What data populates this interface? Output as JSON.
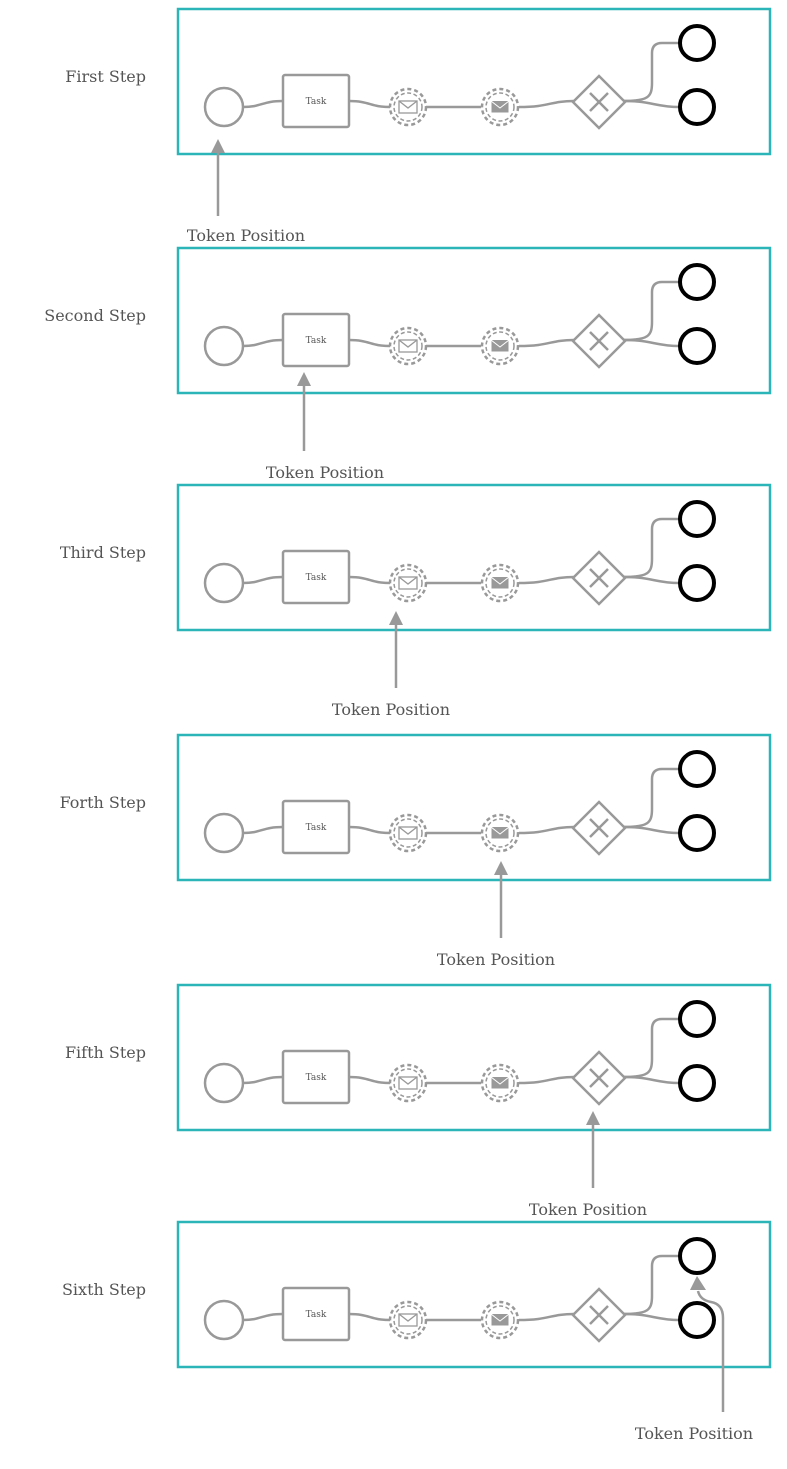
{
  "diagram": {
    "token_label": "Token  Position",
    "task_label": "Task",
    "steps": [
      {
        "label": "First  Step",
        "token_on": "start-event"
      },
      {
        "label": "Second  Step",
        "token_on": "task"
      },
      {
        "label": "Third  Step",
        "token_on": "catch-message-event"
      },
      {
        "label": "Forth  Step",
        "token_on": "throw-message-event"
      },
      {
        "label": "Fifth  Step",
        "token_on": "exclusive-gateway"
      },
      {
        "label": "Sixth  Step",
        "token_on": "end-event-top"
      }
    ]
  },
  "colors": {
    "frame": "#2bb5b8",
    "flow": "#999999",
    "end_event": "#000000",
    "text": "#555555"
  }
}
